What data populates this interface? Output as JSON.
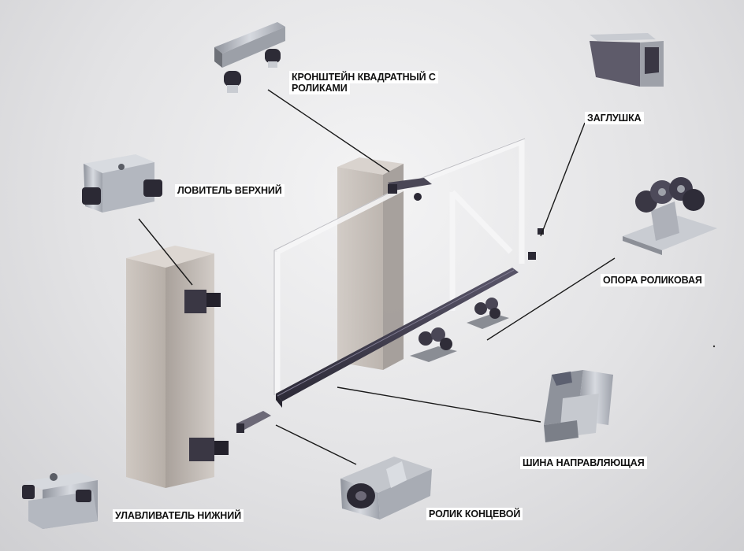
{
  "labels": {
    "bracket_square_rollers": "КРОНШТЕЙН КВАДРАТНЫЙ С РОЛИКАМИ",
    "end_cap": "ЗАГЛУШКА",
    "upper_catcher": "ЛОВИТЕЛЬ ВЕРХНИЙ",
    "roller_support": "ОПОРА РОЛИКОВАЯ",
    "guide_rail": "ШИНА НАПРАВЛЯЮЩАЯ",
    "end_roller": "РОЛИК КОНЦЕВОЙ",
    "lower_catcher": "УЛАВЛИВАТЕЛЬ НИЖНИЙ"
  },
  "colors": {
    "background": "#e3e3e5",
    "post": "#c4bcb5",
    "rail": "#3b3848",
    "metal": "#b9bcc4",
    "leader": "#1a1a1a"
  }
}
